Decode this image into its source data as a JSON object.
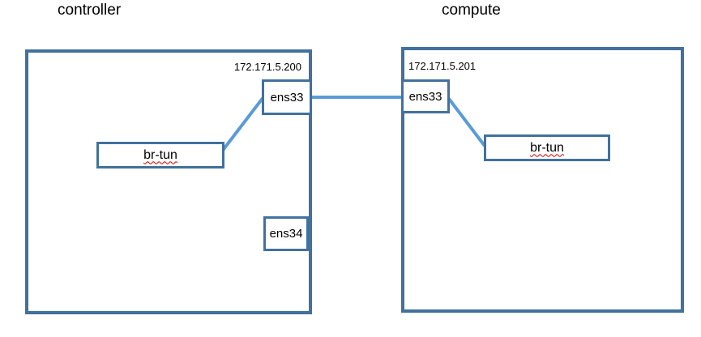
{
  "colors": {
    "box_border": "#41719C",
    "connector": "#5B9BD5",
    "spellcheck": "#D40000",
    "text_color": "#000000",
    "background": "#FFFFFF"
  },
  "nodes": {
    "controller": {
      "title": "controller",
      "ip": "172.171.5.200",
      "interfaces": {
        "ens33": "ens33",
        "ens34": "ens34",
        "br_tun": "br-tun"
      }
    },
    "compute": {
      "title": "compute",
      "ip": "172.171.5.201",
      "interfaces": {
        "ens33": "ens33",
        "br_tun": "br-tun"
      }
    }
  },
  "connections": [
    {
      "from": "controller.br-tun",
      "to": "controller.ens33"
    },
    {
      "from": "controller.ens33",
      "to": "compute.ens33"
    },
    {
      "from": "compute.ens33",
      "to": "compute.br-tun"
    }
  ]
}
